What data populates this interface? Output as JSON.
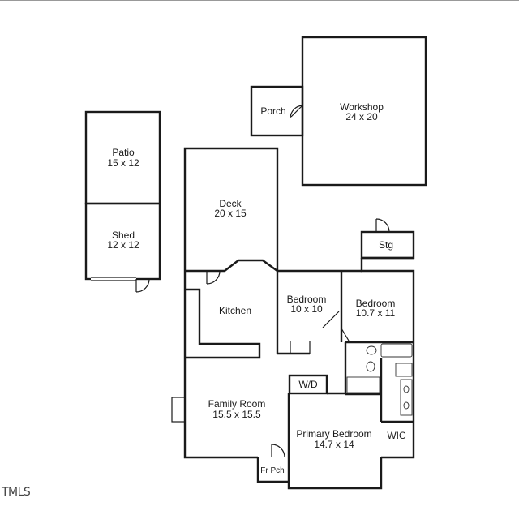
{
  "rooms": {
    "porch": "Porch",
    "workshop_name": "Workshop",
    "workshop_dims": "24 x 20",
    "patio_name": "Patio",
    "patio_dims": "15 x 12",
    "shed_name": "Shed",
    "shed_dims": "12 x 12",
    "deck_name": "Deck",
    "deck_dims": "20 x 15",
    "stg": "Stg",
    "kitchen": "Kitchen",
    "bedroom1_name": "Bedroom",
    "bedroom1_dims": "10 x 10",
    "bedroom2_name": "Bedroom",
    "bedroom2_dims": "10.7 x 11",
    "wd": "W/D",
    "family_name": "Family Room",
    "family_dims": "15.5 x 15.5",
    "primary_name": "Primary Bedroom",
    "primary_dims": "14.7 x 14",
    "wic": "WIC",
    "frpch": "Fr Pch"
  },
  "watermark": "TMLS"
}
